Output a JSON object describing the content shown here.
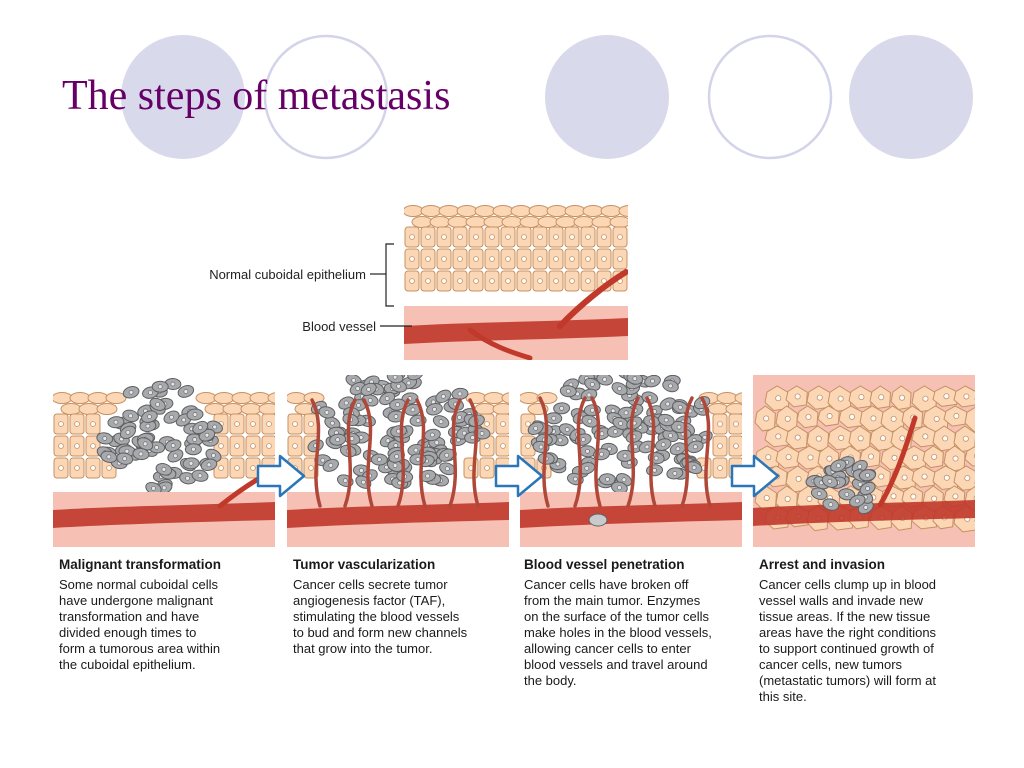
{
  "slide": {
    "title": "The steps of metastasis"
  },
  "top_diagram": {
    "label_epithelium": "Normal cuboidal epithelium",
    "label_blood_vessel": "Blood vessel"
  },
  "panels": [
    {
      "heading": "Malignant transformation",
      "body": "Some normal cuboidal cells\nhave undergone malignant\ntransformation and have\ndivided enough times to\nform a tumorous area within\nthe cuboidal epithelium."
    },
    {
      "heading": "Tumor vascularization",
      "body": "Cancer cells secrete tumor\nangiogenesis factor (TAF),\nstimulating the blood vessels\nto bud and form new channels\nthat grow into the tumor."
    },
    {
      "heading": "Blood vessel penetration",
      "body": "Cancer cells have broken off\nfrom the main tumor. Enzymes\non the surface of the tumor cells\nmake holes in the blood vessels,\nallowing cancer cells to enter\nblood vessels and travel around\nthe body."
    },
    {
      "heading": "Arrest and invasion",
      "body": "Cancer cells clump up in blood\nvessel walls and invade new\ntissue areas. If the new tissue\nareas have the right conditions\nto support continued growth of\ncancer cells, new tumors\n(metastatic tumors) will form at\nthis site."
    }
  ],
  "colors": {
    "title": "#660066",
    "deco_circle_fill": "#d9d9ec",
    "deco_circle_stroke": "#d0d0e8",
    "cell_fill": "#fbd7b5",
    "cell_stroke": "#c79063",
    "cell_nucleus": "#ffffff",
    "cancer_cell_fill": "#a7a9ac",
    "cancer_cell_stroke": "#5e5f61",
    "vessel_fill": "#c0392b",
    "tissue_fill": "#f6c1b4",
    "arrow_fill": "#ffffff",
    "arrow_stroke": "#2a76b8"
  }
}
